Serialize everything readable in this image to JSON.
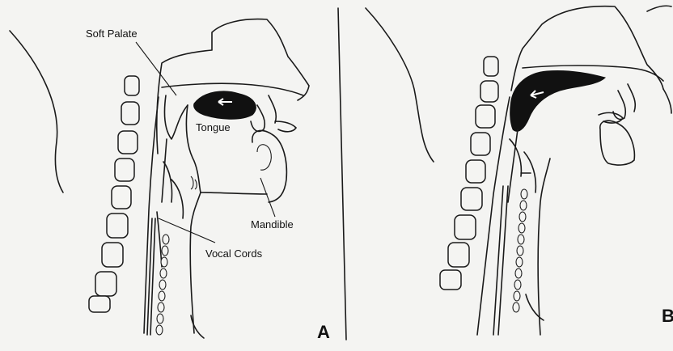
{
  "labels": {
    "soft_palate": "Soft Palate",
    "tongue": "Tongue",
    "mandible": "Mandible",
    "vocal_cords": "Vocal Cords"
  },
  "panels": {
    "a": "A",
    "b": "B"
  }
}
